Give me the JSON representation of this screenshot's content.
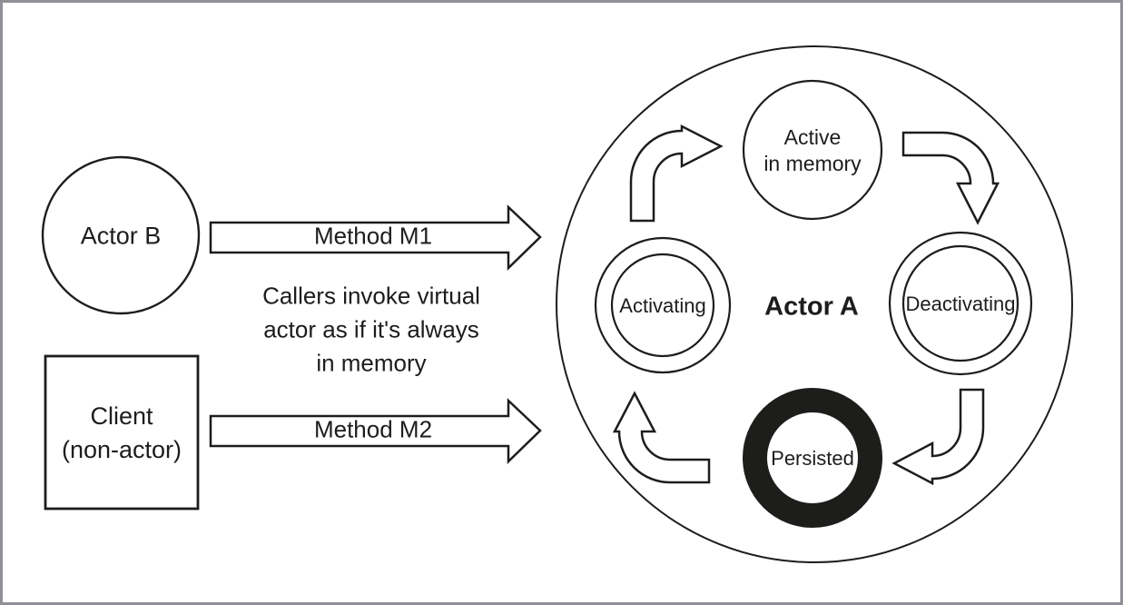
{
  "frame": {
    "background": "#ffffff",
    "border_color": "#8f8f96"
  },
  "palette": {
    "ink": "#1d1d1b",
    "shape_fill": "#ffffff"
  },
  "left_panel": {
    "actor_b": {
      "label": "Actor B"
    },
    "client": {
      "line1": "Client",
      "line2": "(non-actor)"
    },
    "method_m1": {
      "label": "Method M1"
    },
    "method_m2": {
      "label": "Method M2"
    },
    "caption": {
      "line1": "Callers invoke virtual",
      "line2": "actor as if it's always",
      "line3": "in memory"
    }
  },
  "actor_a": {
    "label": "Actor A",
    "states": {
      "active": {
        "line1": "Active",
        "line2": "in memory"
      },
      "activating": {
        "label": "Activating"
      },
      "deactivating": {
        "label": "Deactivating"
      },
      "persisted": {
        "label": "Persisted"
      }
    },
    "lifecycle_arrows": [
      {
        "name": "arrow-activating-to-active",
        "direction": "up-then-right"
      },
      {
        "name": "arrow-active-to-deactivating",
        "direction": "right-then-down"
      },
      {
        "name": "arrow-deactivating-to-persisted",
        "direction": "down-then-left"
      },
      {
        "name": "arrow-persisted-to-activating",
        "direction": "left-then-up"
      }
    ]
  }
}
